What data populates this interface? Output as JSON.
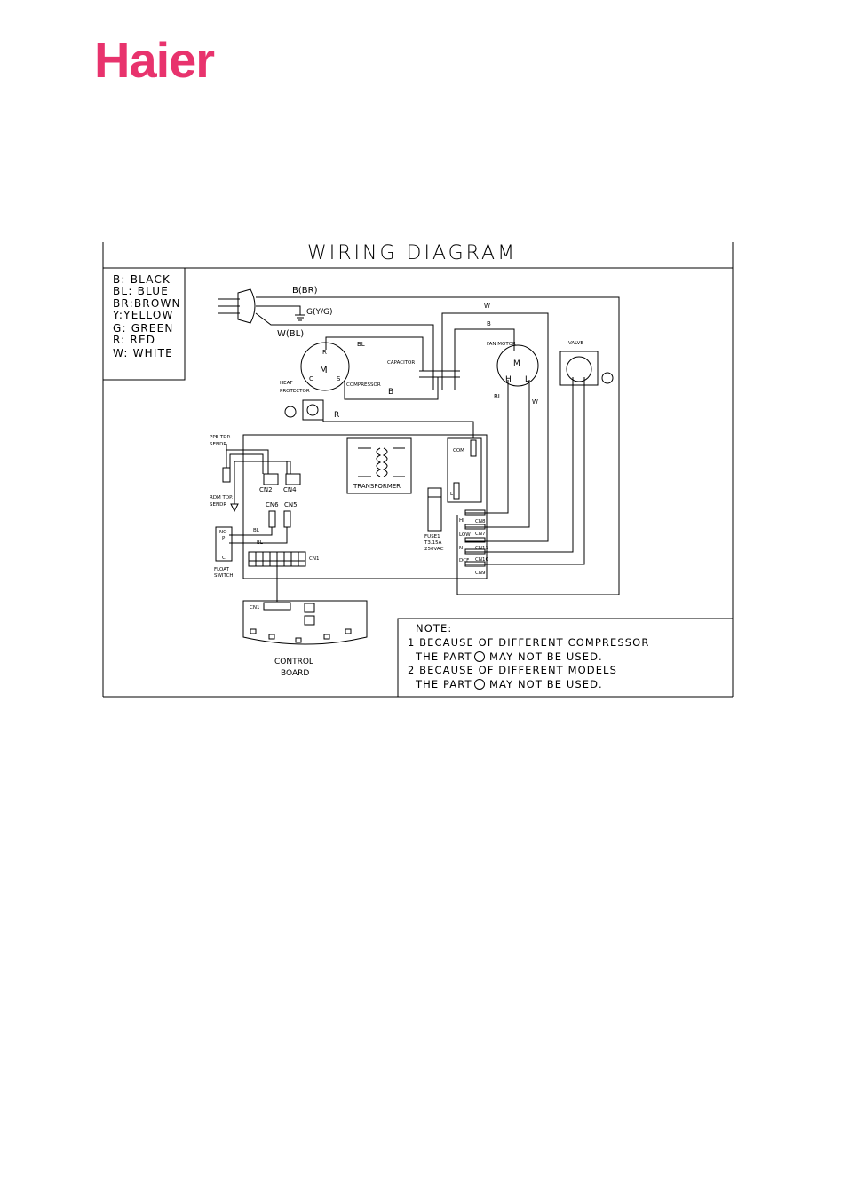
{
  "brand": {
    "logo_text": "Haier",
    "color": "#e8336d"
  },
  "diagram": {
    "title": "WIRING DIAGRAM",
    "legend": [
      "B: BLACK",
      "BL: BLUE",
      "BR:BROWN",
      "Y:YELLOW",
      "G: GREEN",
      "R: RED",
      "W: WHITE"
    ],
    "wires": {
      "b_br": "B(BR)",
      "g_yg": "G(Y/G)",
      "w_bl": "W(BL)",
      "w_top": "W",
      "b_fan": "B",
      "bl_comp": "BL",
      "b_comp": "B",
      "r": "R",
      "bl_fan": "BL",
      "w_fan": "W",
      "bl_sw1": "BL",
      "bl_sw2": "BL"
    },
    "components": {
      "compressor_m": "M",
      "compressor_r": "R",
      "compressor_c": "C",
      "compressor_s": "S",
      "compressor_label": "COMPRESSOR",
      "capacitor": "CAPACITOR",
      "heat_protector_1": "HEAT",
      "heat_protector_2": "PROTECTOR",
      "fan_motor": "FAN MOTOR",
      "fan_m": "M",
      "fan_h": "H",
      "fan_l": "L",
      "valve": "VALVE",
      "pipe_sensor_1": "PPE TDP.",
      "pipe_sensor_2": "SENDR",
      "room_sensor_1": "RDM TDP.",
      "room_sensor_2": "SENDR",
      "cn2": "CN2",
      "cn4": "CN4",
      "cn6": "CN6",
      "cn5": "CN5",
      "transformer": "TRANSFORMER",
      "com": "COM",
      "l": "L",
      "fuse_1": "FUSE1",
      "fuse_2": "T3.15A",
      "fuse_3": "250VAC",
      "hi": "HI",
      "cn8": "CN8",
      "low": "LOW",
      "cn7": "CN7",
      "n": "N",
      "cn11": "CN11",
      "dcf": "DCF",
      "cn10": "CN10",
      "cn9": "CN9",
      "float_no": "NO",
      "float_p": "P",
      "float_c": "C",
      "float_switch_1": "FLOAT",
      "float_switch_2": "SWITCH",
      "cn1_board": "CN1",
      "cn1_control": "CN1",
      "control_board_1": "CONTROL",
      "control_board_2": "BOARD"
    },
    "note": {
      "heading": "NOTE:",
      "line1a": "1 BECAUSE OF DIFFERENT COMPRESSOR",
      "line1b_pre": "THE PART",
      "line1b_post": "MAY NOT BE USED.",
      "line2a": "2 BECAUSE OF DIFFERENT MODELS",
      "line2b_pre": "THE PART",
      "line2b_post": "MAY NOT BE USED."
    }
  }
}
